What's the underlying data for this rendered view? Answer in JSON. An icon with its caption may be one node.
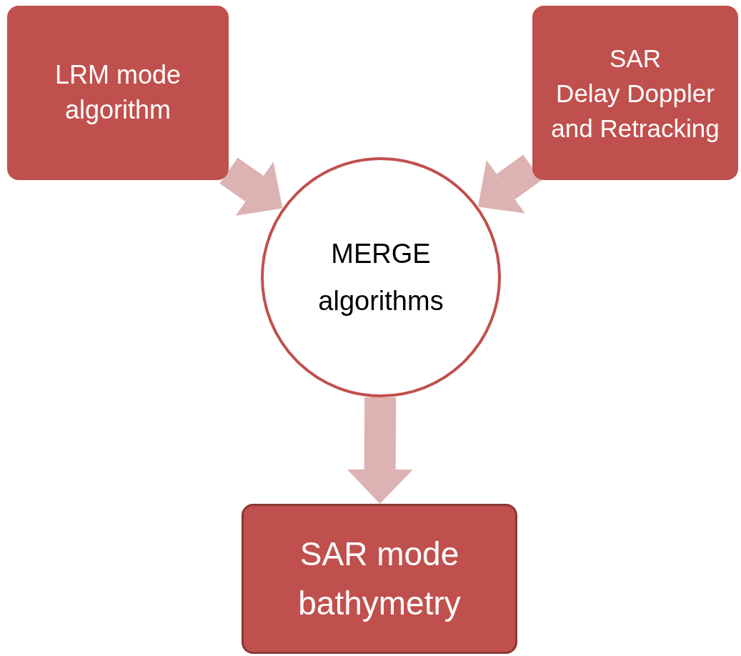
{
  "diagram": {
    "nodes": [
      {
        "text": [
          "LRM mode algorithm"
        ]
      },
      {
        "text": [
          "SAR",
          "Delay Doppler and Retracking"
        ]
      },
      {
        "text": [
          "MERGE algorithms"
        ]
      },
      {
        "text": [
          "SAR mode bathymetry"
        ]
      }
    ],
    "edges": [
      {
        "from": 0,
        "to": 2,
        "arrow": "to"
      },
      {
        "from": 1,
        "to": 2,
        "arrow": "to"
      },
      {
        "from": 2,
        "to": 3,
        "arrow": "to"
      }
    ]
  }
}
